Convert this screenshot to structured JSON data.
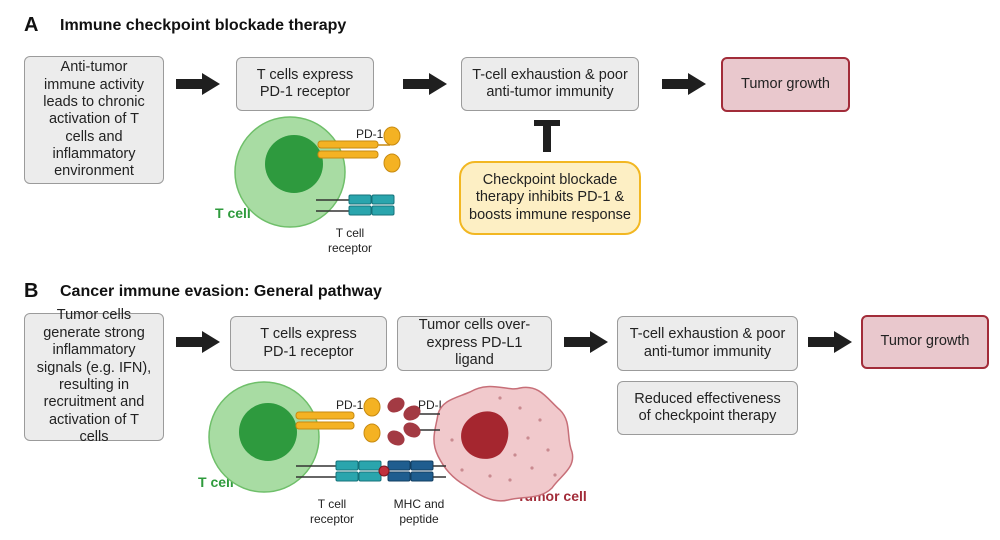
{
  "panel_a": {
    "letter": "A",
    "title": "Immune checkpoint blockade therapy",
    "step1": "Anti-tumor\nimmune activity\nleads to chronic\nactivation of T\ncells and\ninflammatory\nenvironment",
    "step2": "T cells express\nPD-1 receptor",
    "step3": "T-cell exhaustion & poor\nanti-tumor immunity",
    "step4": "Tumor growth",
    "therapy": "Checkpoint blockade\ntherapy inhibits PD-1 &\nboosts immune response",
    "pd1_label": "PD-1",
    "tcr_label": "T cell\nreceptor",
    "tcell_label": "T cell"
  },
  "panel_b": {
    "letter": "B",
    "title": "Cancer immune evasion: General pathway",
    "step1": "Tumor cells\ngenerate strong\ninflammatory\nsignals (e.g. IFN),\nresulting in\nrecruitment and\nactivation of T cells",
    "step2": "T cells express\nPD-1 receptor",
    "step2b": "Tumor cells over-\nexpress PD-L1 ligand",
    "step3": "T-cell exhaustion & poor\nanti-tumor immunity",
    "step3b": "Reduced effectiveness\nof checkpoint therapy",
    "step4": "Tumor growth",
    "pd1_label": "PD-1",
    "pdl1_label": "PD-L1",
    "tcr_label": "T cell\nreceptor",
    "mhc_label": "MHC and\npeptide",
    "tcell_label": "T cell",
    "tumor_label": "Tumor cell"
  },
  "colors": {
    "tcell_outer": "#a8dca3",
    "tcell_inner": "#2e9a3e",
    "pd1": "#f4b223",
    "tcr": "#2aa5ad",
    "mhc": "#1f5d8f",
    "pdl1": "#a33a43",
    "tumor_fill": "#f1c9cc",
    "tumor_nucleus": "#a5262f",
    "box_tumor": "#e9c8cd",
    "box_checkpoint": "#fdefc4",
    "arrow": "#1f1f1f"
  }
}
